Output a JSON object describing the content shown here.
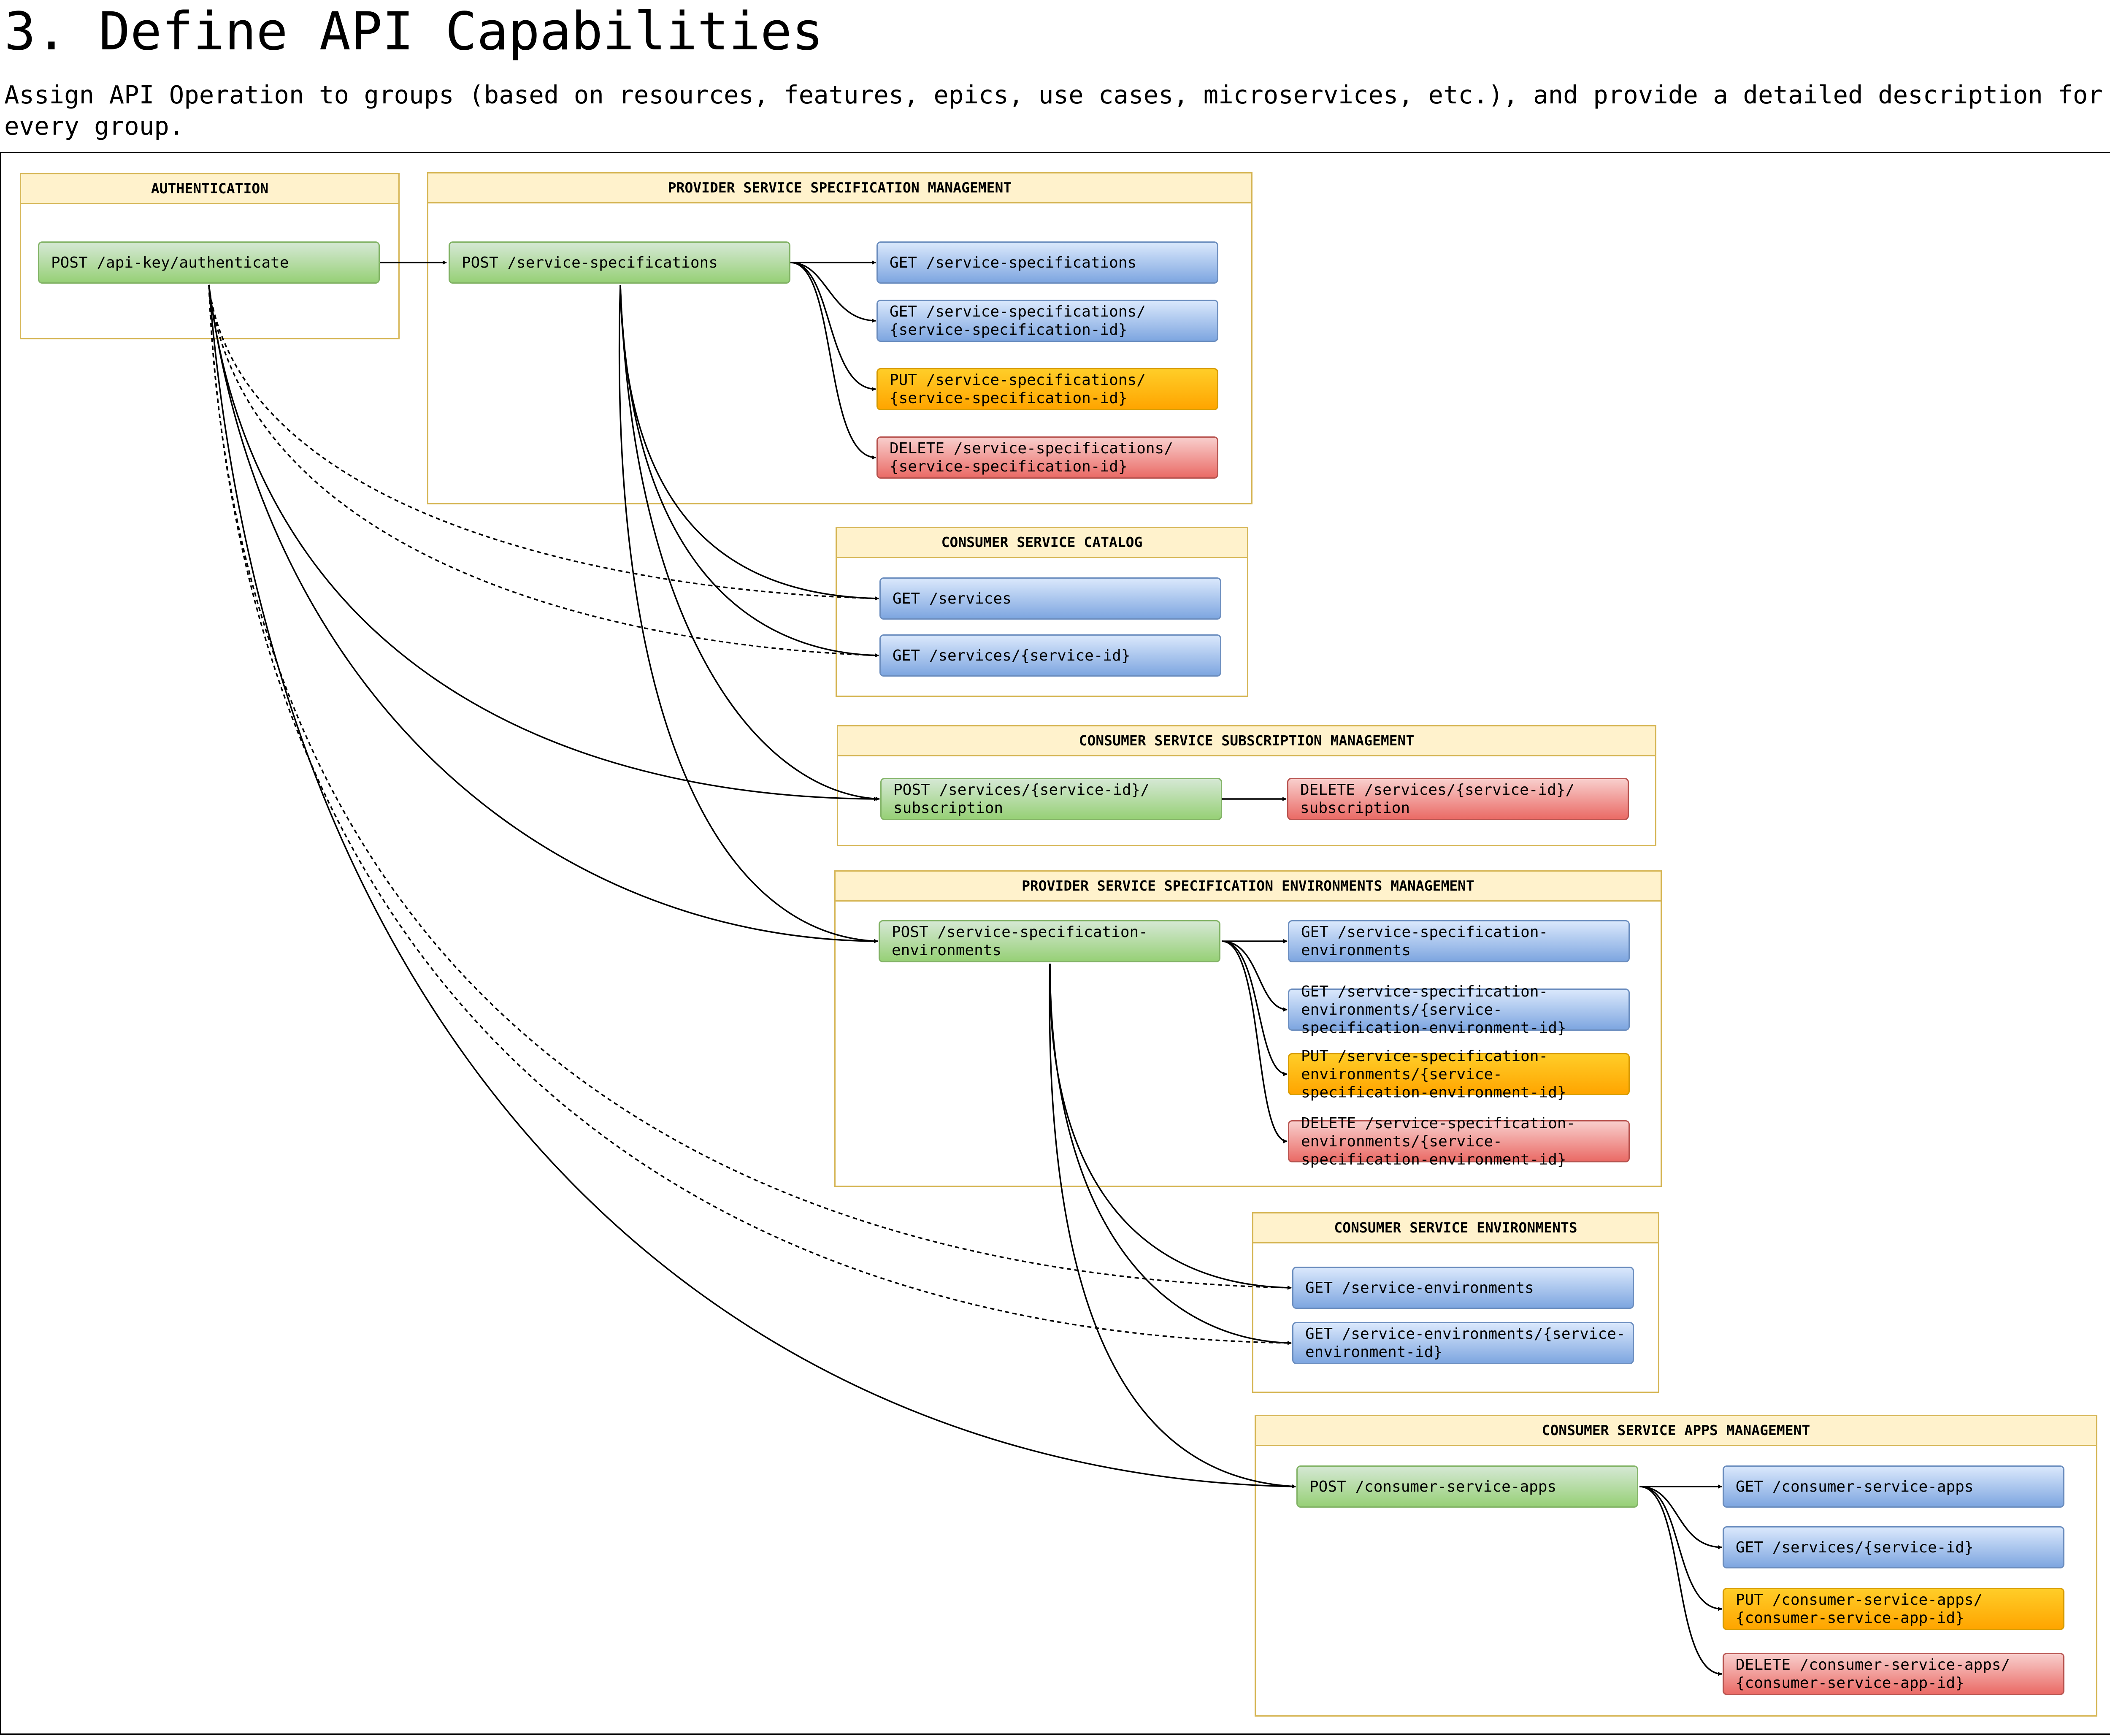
{
  "page": {
    "title": "3. Define API Capabilities",
    "description": "Assign API Operation to groups (based on resources, features, epics, use cases, microservices, etc.), and provide a detailed description for every group."
  },
  "colors": {
    "group_border": "#d6b656",
    "group_header": "#fff2cc",
    "post": "#97d077",
    "get": "#7ea6e0",
    "put": "#ffa500",
    "delete": "#ea6b66"
  },
  "groups": {
    "authentication": {
      "title": "AUTHENTICATION",
      "ops": {
        "auth": "POST /api-key/authenticate"
      }
    },
    "provider_spec": {
      "title": "PROVIDER SERVICE SPECIFICATION MANAGEMENT",
      "ops": {
        "post": "POST /service-specifications",
        "get_list": "GET /service-specifications",
        "get_one": "GET /service-specifications/\n{service-specification-id}",
        "put": "PUT /service-specifications/\n{service-specification-id}",
        "delete": "DELETE /service-specifications/\n{service-specification-id}"
      }
    },
    "catalog": {
      "title": "CONSUMER SERVICE CATALOG",
      "ops": {
        "get_list": "GET /services",
        "get_one": "GET /services/{service-id}"
      }
    },
    "subscription": {
      "title": "CONSUMER SERVICE SUBSCRIPTION MANAGEMENT",
      "ops": {
        "post": "POST /services/{service-id}/\nsubscription",
        "delete": "DELETE /services/{service-id}/\nsubscription"
      }
    },
    "spec_env": {
      "title": "PROVIDER SERVICE SPECIFICATION ENVIRONMENTS MANAGEMENT",
      "ops": {
        "post": "POST /service-specification-\nenvironments",
        "get_list": "GET /service-specification-\nenvironments",
        "get_one": "GET /service-specification-\nenvironments/{service-\nspecification-environment-id}",
        "put": "PUT /service-specification-\nenvironments/{service-\nspecification-environment-id}",
        "delete": "DELETE /service-specification-\nenvironments/{service-\nspecification-environment-id}"
      }
    },
    "consumer_env": {
      "title": "CONSUMER SERVICE ENVIRONMENTS",
      "ops": {
        "get_list": "GET /service-environments",
        "get_one": "GET /service-environments/{service-\nenvironment-id}"
      }
    },
    "apps": {
      "title": "CONSUMER SERVICE APPS MANAGEMENT",
      "ops": {
        "post": "POST /consumer-service-apps",
        "get_list": "GET /consumer-service-apps",
        "get_one": "GET /services/{service-id}",
        "put": "PUT /consumer-service-apps/\n{consumer-service-app-id}",
        "delete": "DELETE /consumer-service-apps/\n{consumer-service-app-id}"
      }
    }
  }
}
